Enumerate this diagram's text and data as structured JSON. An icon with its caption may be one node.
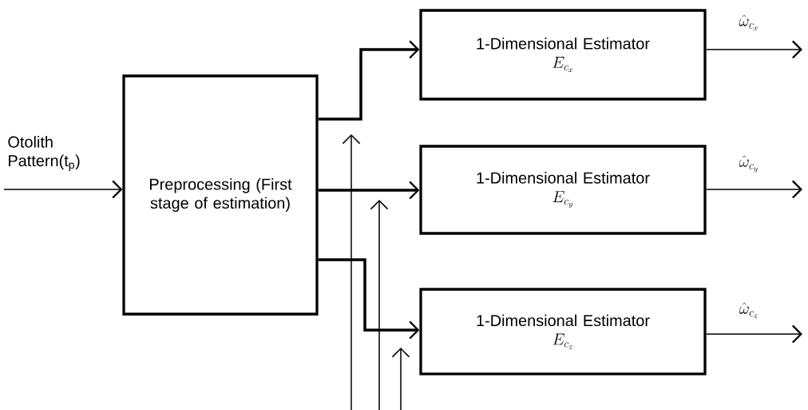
{
  "diagram": {
    "nodes": [
      {
        "text": [
          "Preprocessing (First stage of estimation)"
        ]
      },
      {
        "text": [
          "1-Dimensional Estimator",
          "E_{c_x}"
        ]
      },
      {
        "text": [
          "1-Dimensional Estimator",
          "E_{c_y}"
        ]
      },
      {
        "text": [
          "1-Dimensional Estimator",
          "E_{c_z}"
        ]
      }
    ],
    "edges": [
      {
        "from": null,
        "to": 0,
        "arrow": "to",
        "label": "Otolith Pattern(t$_{p}$)"
      },
      {
        "from": 0,
        "to": 1,
        "arrow": "to",
        "style": "thick"
      },
      {
        "from": 0,
        "to": 2,
        "arrow": "to",
        "style": "thick"
      },
      {
        "from": 0,
        "to": 3,
        "arrow": "to",
        "style": "thick"
      },
      {
        "from": 1,
        "to": null,
        "arrow": "to",
        "label": "\\hat{\\omega}_{c_x}"
      },
      {
        "from": 2,
        "to": null,
        "arrow": "to",
        "label": "\\hat{\\omega}_{c_y}"
      },
      {
        "from": 3,
        "to": null,
        "arrow": "to",
        "label": "\\hat{\\omega}_{c_z}"
      }
    ]
  }
}
